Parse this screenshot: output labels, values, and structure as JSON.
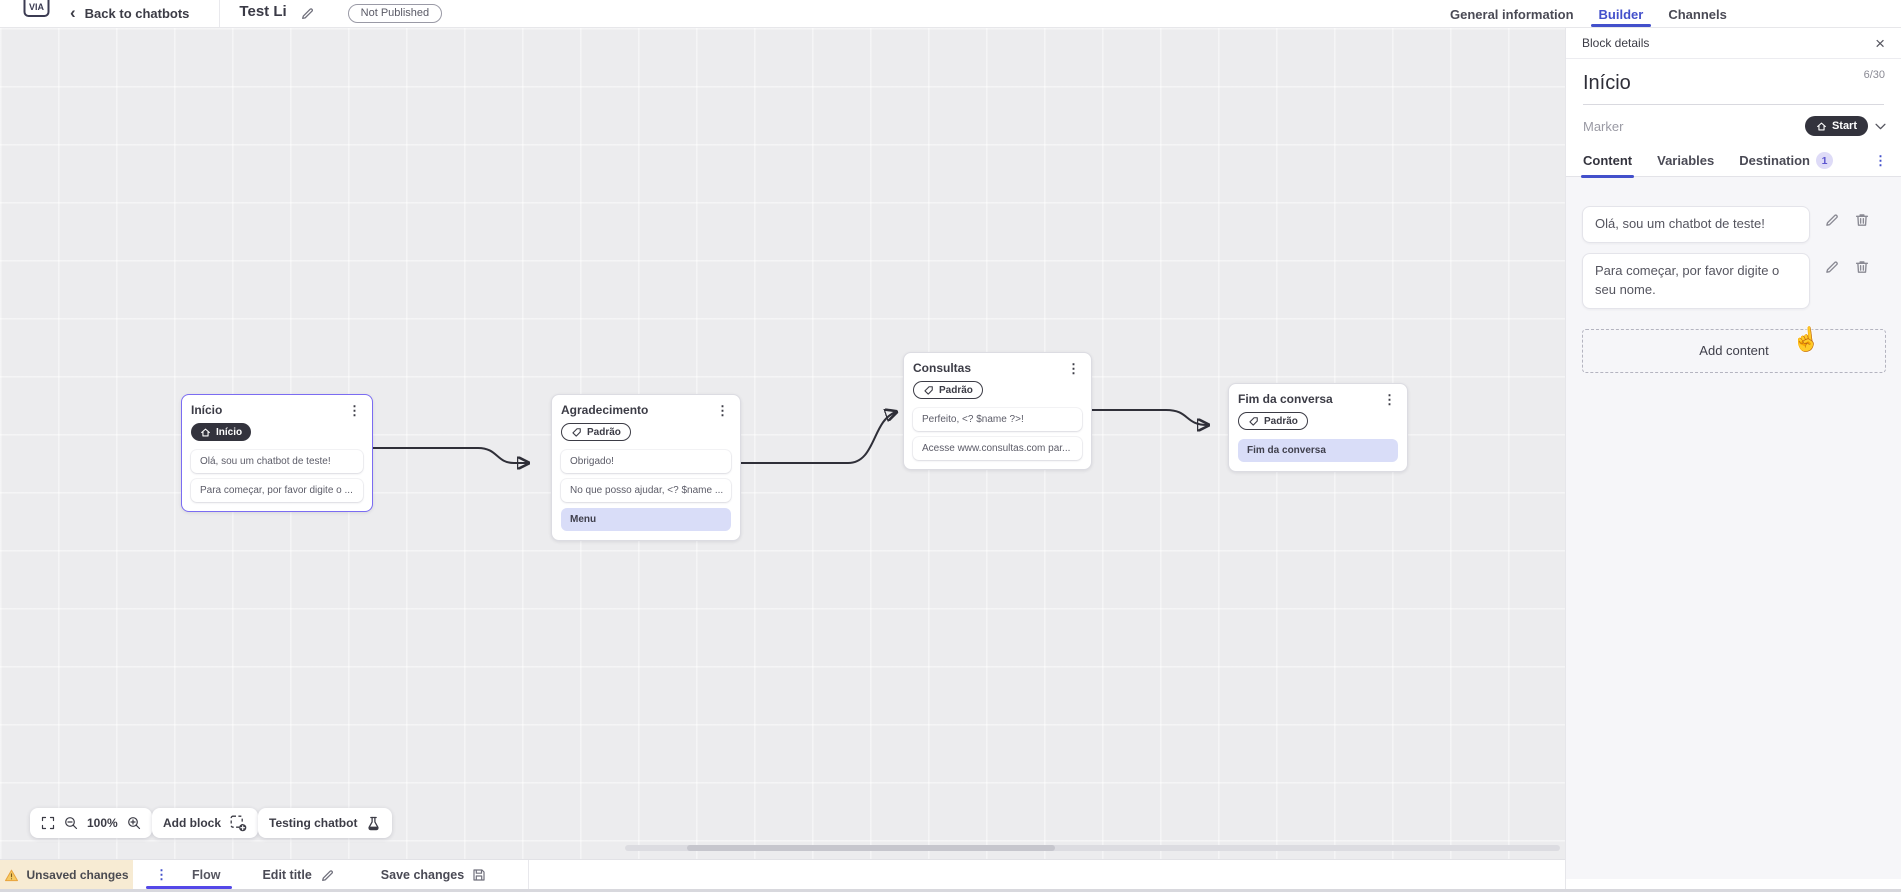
{
  "topbar": {
    "back_label": "Back to chatbots",
    "title": "Test Li",
    "status_badge": "Not Published",
    "tabs": [
      {
        "label": "General information",
        "active": false
      },
      {
        "label": "Builder",
        "active": true
      },
      {
        "label": "Channels",
        "active": false
      }
    ]
  },
  "canvas": {
    "zoom_level": "100%",
    "add_block_label": "Add block",
    "testing_label": "Testing chatbot",
    "nodes": [
      {
        "title": "Início",
        "badge": "Início",
        "badge_type": "start",
        "selected": true,
        "items": [
          {
            "text": "Olá, sou um chatbot de teste!",
            "highlight": false
          },
          {
            "text": "Para começar, por favor digite o ...",
            "highlight": false
          }
        ]
      },
      {
        "title": "Agradecimento",
        "badge": "Padrão",
        "badge_type": "default",
        "selected": false,
        "items": [
          {
            "text": "Obrigado!",
            "highlight": false
          },
          {
            "text": "No que posso ajudar, <? $name ...",
            "highlight": false
          },
          {
            "text": "Menu",
            "highlight": true
          }
        ]
      },
      {
        "title": "Consultas",
        "badge": "Padrão",
        "badge_type": "default",
        "selected": false,
        "items": [
          {
            "text": "Perfeito, <? $name ?>!",
            "highlight": false
          },
          {
            "text": "Acesse www.consultas.com par...",
            "highlight": false
          }
        ]
      },
      {
        "title": "Fim da conversa",
        "badge": "Padrão",
        "badge_type": "default",
        "selected": false,
        "items": [
          {
            "text": "Fim da conversa",
            "highlight": true
          }
        ]
      }
    ]
  },
  "panel": {
    "header": "Block details",
    "name_value": "Início",
    "name_counter": "6/30",
    "marker_label": "Marker",
    "marker_value": "Start",
    "tabs": [
      {
        "label": "Content",
        "active": true
      },
      {
        "label": "Variables",
        "active": false
      },
      {
        "label": "Destination",
        "active": false,
        "badge": "1"
      }
    ],
    "contents": [
      "Olá, sou um chatbot de teste!",
      "Para começar, por favor digite o seu nome."
    ],
    "add_content_label": "Add content"
  },
  "bottombar": {
    "unsaved_label": "Unsaved changes",
    "flow_label": "Flow",
    "edit_title_label": "Edit title",
    "save_label": "Save changes"
  },
  "colors": {
    "accent": "#4350cb",
    "flow-underline": "#5448e8",
    "node-selected": "#7b6cf2",
    "highlight-item": "#d9ddf8",
    "dark-badge": "#33333d",
    "warning-bg": "#f7ebd3",
    "warning-icon": "#e8a33d",
    "canvas-bg": "#ececee",
    "panel-body-bg": "#f6f6f9",
    "wire": "#2f2f38",
    "destination-badge-bg": "#dedbf7",
    "destination-badge-text": "#5b54cf"
  }
}
